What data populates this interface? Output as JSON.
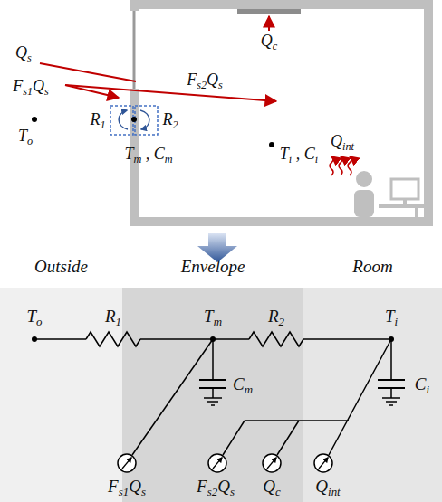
{
  "diagram": {
    "nodes": [
      {
        "text": [
          "Outside"
        ]
      },
      {
        "text": [
          "Envelope"
        ]
      },
      {
        "text": [
          "Room"
        ]
      }
    ],
    "labels": [
      "Qs",
      "Fs1Qs",
      "Fs2Qs",
      "Qc",
      "To",
      "R1",
      "R2",
      "Tm , Cm",
      "Ti , Ci",
      "Qint",
      "To",
      "R1",
      "Tm",
      "R2",
      "Ti",
      "Cm",
      "Ci",
      "Fs1Qs",
      "Fs2Qs",
      "Qc",
      "Qint"
    ]
  }
}
